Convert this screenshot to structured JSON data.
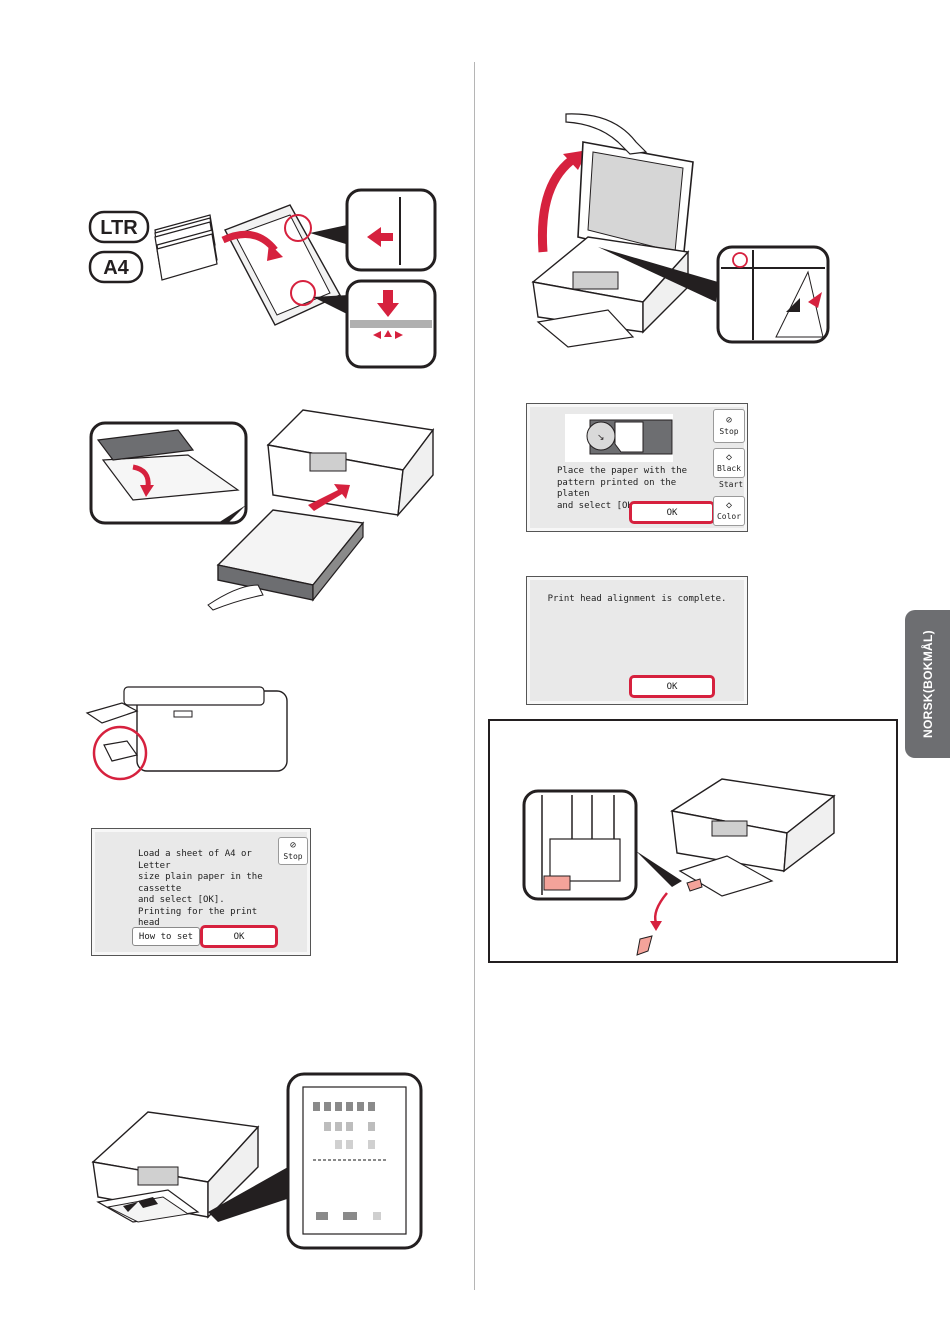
{
  "side_tab": {
    "label": "NORSK(BOKMÅL)"
  },
  "paper_labels": {
    "ltr": "LTR",
    "a4": "A4"
  },
  "screen_load": {
    "message": "Load a sheet of A4 or Letter\nsize plain paper in the cassette\nand select [OK].\nPrinting for the print head\nalignment will start.",
    "stop_label": "Stop",
    "how_to_set_label": "How to set",
    "ok_label": "OK"
  },
  "screen_place": {
    "message": "Place the paper with the\npattern printed on the platen\nand select [OK].",
    "ok_label": "OK",
    "stop_label": "Stop",
    "black_label": "Black",
    "start_label": "Start",
    "color_label": "Color"
  },
  "screen_complete": {
    "message": "Print head alignment is complete.",
    "ok_label": "OK"
  },
  "colors": {
    "accent": "#d6213e",
    "ink": "#231f20",
    "tab": "#6d6e71"
  }
}
